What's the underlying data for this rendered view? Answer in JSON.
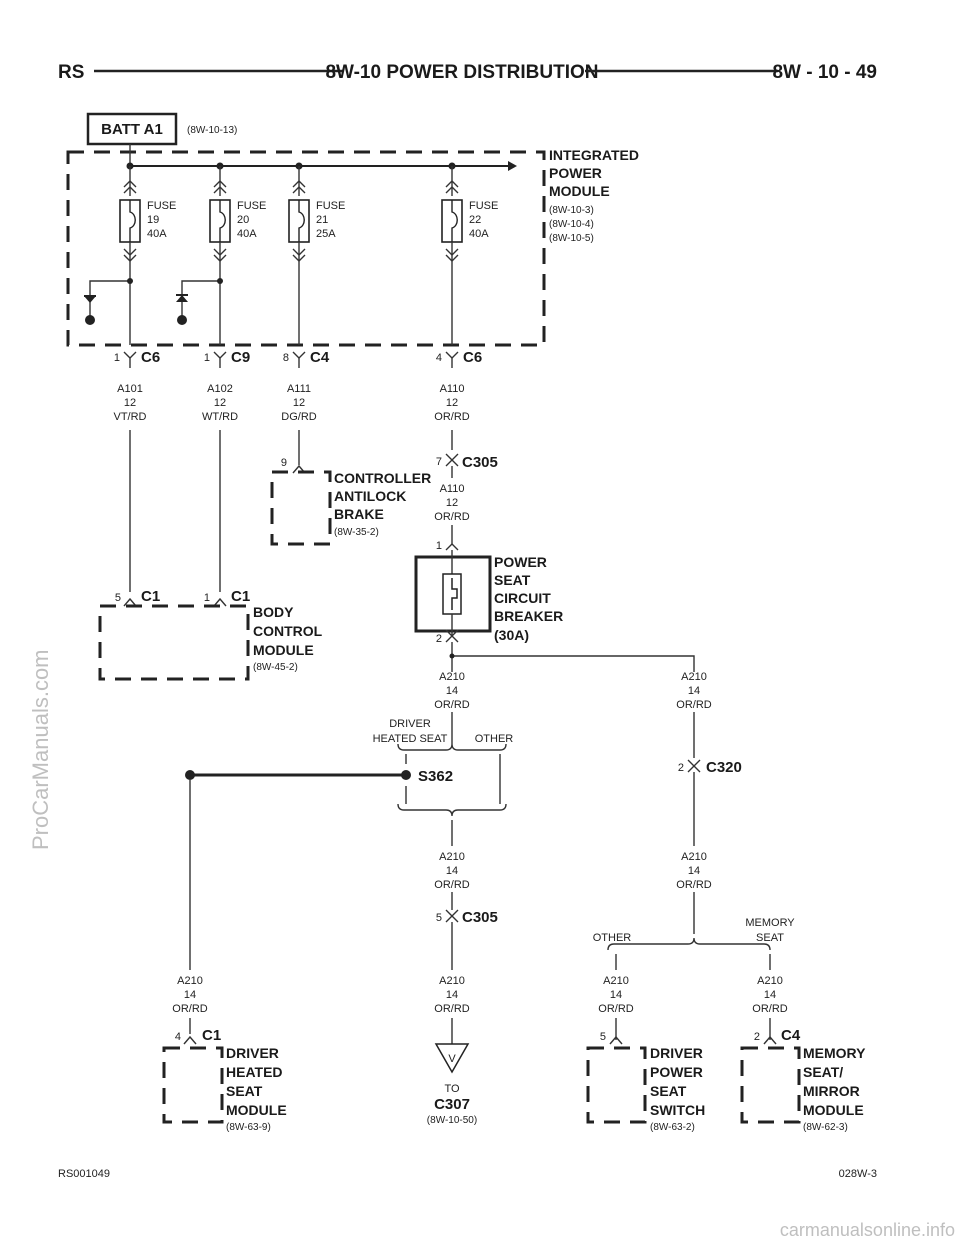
{
  "header": {
    "left": "RS",
    "title": "8W-10 POWER DISTRIBUTION",
    "right": "8W - 10 - 49"
  },
  "batt": {
    "label": "BATT A1",
    "ref": "(8W-10-13)"
  },
  "ipm": {
    "name_lines": [
      "INTEGRATED",
      "POWER",
      "MODULE"
    ],
    "refs": [
      "(8W-10-3)",
      "(8W-10-4)",
      "(8W-10-5)"
    ]
  },
  "fuses": [
    {
      "lines": [
        "FUSE",
        "19",
        "40A"
      ]
    },
    {
      "lines": [
        "FUSE",
        "20",
        "40A"
      ]
    },
    {
      "lines": [
        "FUSE",
        "21",
        "25A"
      ]
    },
    {
      "lines": [
        "FUSE",
        "22",
        "40A"
      ]
    }
  ],
  "ipm_connectors": [
    {
      "pin": "1",
      "name": "C6"
    },
    {
      "pin": "1",
      "name": "C9"
    },
    {
      "pin": "8",
      "name": "C4"
    },
    {
      "pin": "4",
      "name": "C6"
    }
  ],
  "wires": {
    "a101": [
      "A101",
      "12",
      "VT/RD"
    ],
    "a102": [
      "A102",
      "12",
      "WT/RD"
    ],
    "a111": [
      "A111",
      "12",
      "DG/RD"
    ],
    "a110_top": [
      "A110",
      "12",
      "OR/RD"
    ],
    "a110_mid": [
      "A110",
      "12",
      "OR/RD"
    ],
    "a210_cb": [
      "A210",
      "14",
      "OR/RD"
    ],
    "a210_right": [
      "A210",
      "14",
      "OR/RD"
    ],
    "a210_s362_below": [
      "A210",
      "14",
      "OR/RD"
    ],
    "a210_c320_below": [
      "A210",
      "14",
      "OR/RD"
    ],
    "a210_c305_below": [
      "A210",
      "14",
      "OR/RD"
    ],
    "a210_left_bottom": [
      "A210",
      "14",
      "OR/RD"
    ],
    "a210_other": [
      "A210",
      "14",
      "OR/RD"
    ],
    "a210_memory": [
      "A210",
      "14",
      "OR/RD"
    ]
  },
  "abs": {
    "pin": "9",
    "name_lines": [
      "CONTROLLER",
      "ANTILOCK",
      "BRAKE"
    ],
    "ref": "(8W-35-2)"
  },
  "c305_top": {
    "pin": "7",
    "name": "C305"
  },
  "cb": {
    "pin_top": "1",
    "pin_bottom": "2",
    "name_lines": [
      "POWER",
      "SEAT",
      "CIRCUIT",
      "BREAKER",
      "(30A)"
    ]
  },
  "bcm": {
    "conn_left": {
      "pin": "5",
      "name": "C1"
    },
    "conn_right": {
      "pin": "1",
      "name": "C1"
    },
    "name_lines": [
      "BODY",
      "CONTROL",
      "MODULE"
    ],
    "ref": "(8W-45-2)"
  },
  "splice": {
    "driver_label_lines": [
      "DRIVER",
      "HEATED SEAT"
    ],
    "other_label": "OTHER",
    "name": "S362"
  },
  "c320": {
    "pin": "2",
    "name": "C320"
  },
  "c305_bottom": {
    "pin": "5",
    "name": "C305"
  },
  "memory_split": {
    "other_label": "OTHER",
    "memory_lines": [
      "MEMORY",
      "SEAT"
    ]
  },
  "to_c307": {
    "symbol": "V",
    "to": "TO",
    "name": "C307",
    "ref": "(8W-10-50)"
  },
  "dhsm": {
    "conn": {
      "pin": "4",
      "name": "C1"
    },
    "name_lines": [
      "DRIVER",
      "HEATED",
      "SEAT",
      "MODULE"
    ],
    "ref": "(8W-63-9)"
  },
  "dpss": {
    "pin": "5",
    "name_lines": [
      "DRIVER",
      "POWER",
      "SEAT",
      "SWITCH"
    ],
    "ref": "(8W-63-2)"
  },
  "msmm": {
    "conn": {
      "pin": "2",
      "name": "C4"
    },
    "name_lines": [
      "MEMORY",
      "SEAT/",
      "MIRROR",
      "MODULE"
    ],
    "ref": "(8W-62-3)"
  },
  "footer": {
    "left": "RS001049",
    "right": "028W-3"
  },
  "watermarks": {
    "side": "ProCarManuals.com",
    "bottom": "carmanualsonline.info"
  }
}
